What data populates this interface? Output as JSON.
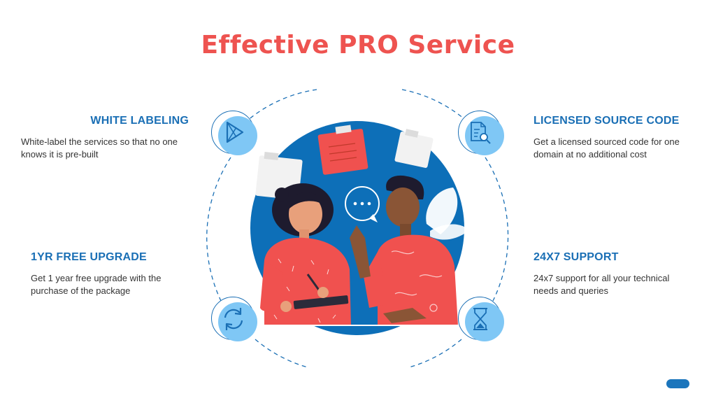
{
  "slide": {
    "title": "Effective PRO Service"
  },
  "features": [
    {
      "heading": "WHITE LABELING",
      "text": "White-label the services so that no one knows it is pre-built",
      "icon": "play-icon"
    },
    {
      "heading": "LICENSED SOURCE CODE",
      "text": "Get a licensed sourced code for one domain at no additional cost",
      "icon": "document-search-icon"
    },
    {
      "heading": "1YR FREE UPGRADE",
      "text": "Get 1 year free upgrade with the purchase of the package",
      "icon": "refresh-icon"
    },
    {
      "heading": "24X7 SUPPORT",
      "text": "24x7 support for all your technical needs and queries",
      "icon": "hourglass-icon"
    }
  ],
  "colors": {
    "title": "#ee5350",
    "heading": "#1a6fb5",
    "accent_blue": "#0d6fb8",
    "icon_fill": "#7fc7f5",
    "people_shirt": "#f0514f"
  }
}
